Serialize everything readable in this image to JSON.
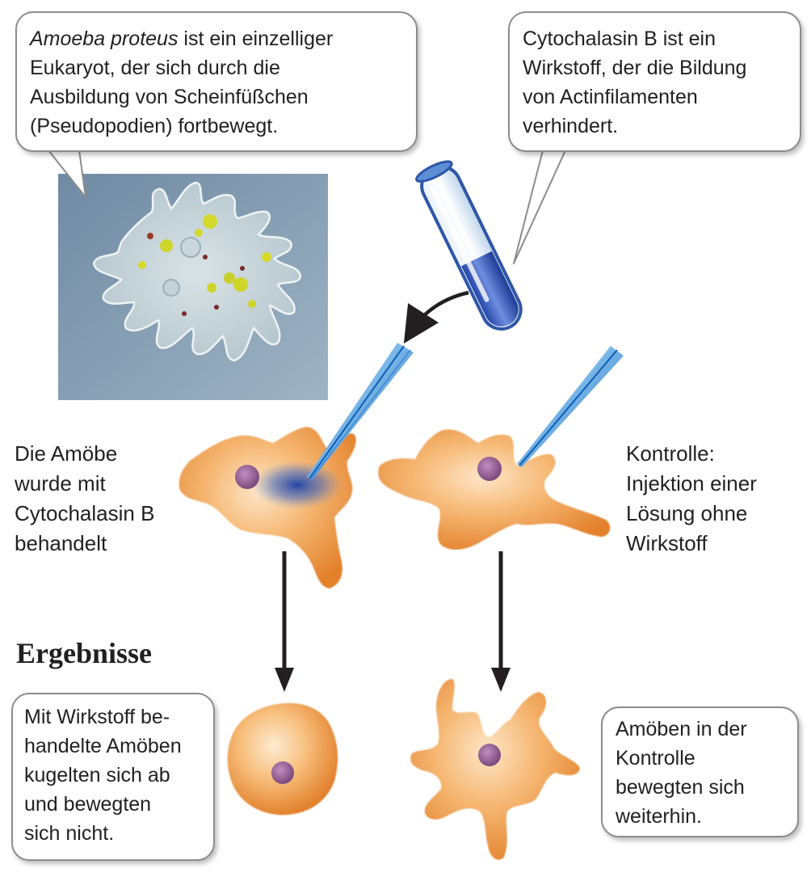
{
  "callout_amoeba": {
    "species": "Amoeba proteus",
    "line1_rest": " ist ein einzelliger",
    "line2": "Eukaryot, der sich durch die",
    "line3": "Ausbildung von Scheinfüßchen",
    "line4": "(Pseudopodien) fortbewegt."
  },
  "callout_cytochalasin": {
    "line1": "Cytochalasin B ist ein",
    "line2": "Wirkstoff, der die Bildung",
    "line3": "von Actinfilamenten",
    "line4": "verhindert."
  },
  "label_treated": {
    "line1": "Die Amöbe",
    "line2": "wurde mit",
    "line3": "Cytochalasin B",
    "line4": "behandelt"
  },
  "label_control": {
    "line1": "Kontrolle:",
    "line2": "Injektion einer",
    "line3": "Lösung ohne",
    "line4": "Wirkstoff"
  },
  "results_heading": "Ergebnisse",
  "result_treated": {
    "line1": "Mit Wirkstoff be-",
    "line2": "handelte Amöben",
    "line3": "kugelten sich ab",
    "line4": "und bewegten",
    "line5": "sich nicht."
  },
  "result_control": {
    "line1": "Amöben in der",
    "line2": "Kontrolle",
    "line3": "bewegten sich",
    "line4": "weiterhin."
  },
  "colors": {
    "amoeba_orange": "#ef9a4a",
    "nucleus": "#8e5a8c",
    "drug_blue": "#2150a8",
    "bubble_border": "#8c8c8c",
    "photo_background": "#8ba4b8"
  }
}
